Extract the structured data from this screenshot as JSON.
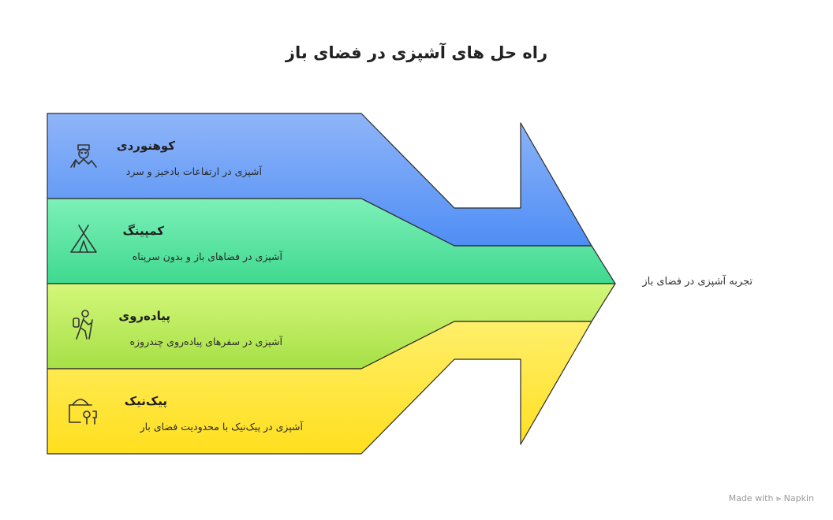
{
  "title": "راه حل های آشپزی در فضای باز",
  "outcome": "تجربه آشپزی در فضای باز",
  "steps": [
    {
      "title": "کوهنوردی",
      "description": "آشپزی در ارتفاعات بادخیز و سرد",
      "icon": "mountaineer-icon",
      "color": "#7aa6f7"
    },
    {
      "title": "کمپینگ",
      "description": "آشپزی در فضاهای باز و بدون سرپناه",
      "icon": "tent-icon",
      "color": "#6ee7a9"
    },
    {
      "title": "پیاده‌روی",
      "description": "آشپزی در سفرهای پیاده‌روی چندروزه",
      "icon": "hiker-icon",
      "color": "#c7ef6b"
    },
    {
      "title": "پیک‌نیک",
      "description": "آشپزی در پیک‌نیک با محدودیت فضای بار",
      "icon": "picnic-icon",
      "color": "#ffe445"
    }
  ],
  "footer": {
    "made_with": "Made with",
    "brand": "Napkin"
  }
}
